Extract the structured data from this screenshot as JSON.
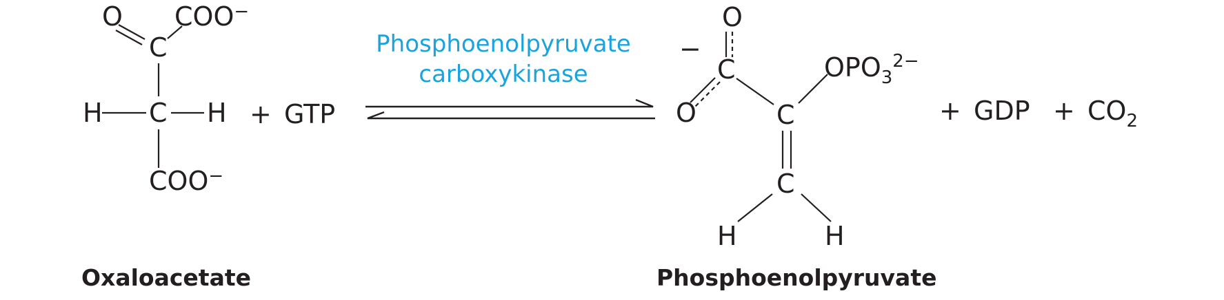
{
  "reaction": {
    "substrate": {
      "name": "Oxaloacetate",
      "atoms": {
        "o_top": "O",
        "c_carbonyl": "C",
        "coo_top": "COO",
        "coo_top_charge": "−",
        "h_left": "H",
        "c_center": "C",
        "h_right": "H",
        "coo_bottom": "COO",
        "coo_bottom_charge": "−"
      }
    },
    "plus_1": "+",
    "cosubstrate": "GTP",
    "enzyme": {
      "line1": "Phosphoenolpyruvate",
      "line2": "carboxykinase"
    },
    "product": {
      "name": "Phosphoenolpyruvate",
      "atoms": {
        "charge": "−",
        "o_top": "O",
        "c_carboxyl": "C",
        "o_left": "O",
        "c_alpha": "C",
        "phosphate_base": "OPO",
        "phosphate_subscript": "3",
        "phosphate_charge": "2−",
        "c_methylene": "C",
        "h_left": "H",
        "h_right": "H"
      }
    },
    "plus_2": "+",
    "byproduct_1": "GDP",
    "plus_3": "+",
    "byproduct_2_base": "CO",
    "byproduct_2_subscript": "2"
  }
}
